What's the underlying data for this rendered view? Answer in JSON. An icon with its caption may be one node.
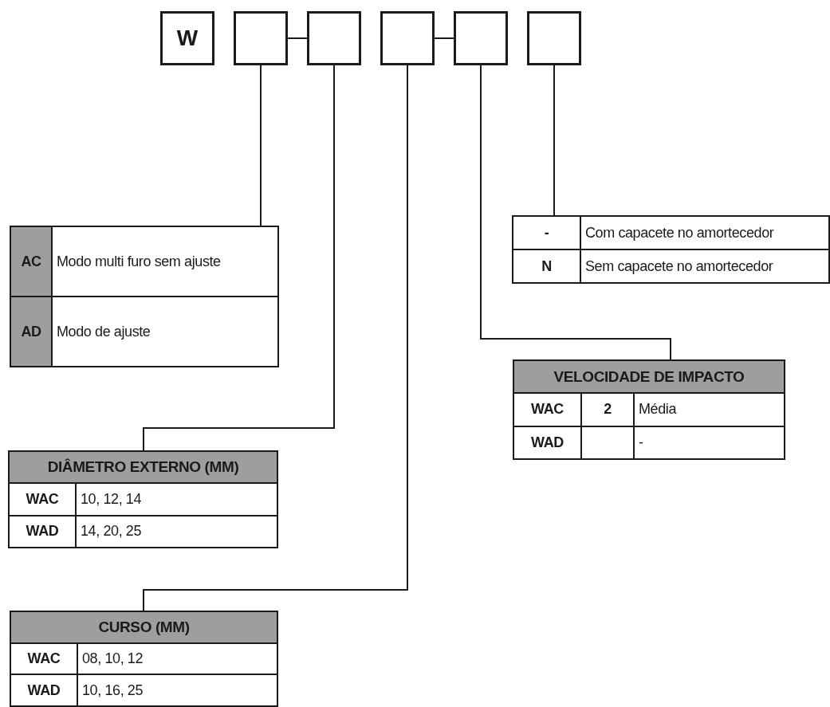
{
  "diagram": {
    "nodes": [
      {
        "text": [
          "W"
        ]
      },
      {
        "text": [],
        "shape": "box"
      },
      {
        "text": [],
        "shape": "box"
      },
      {
        "text": [],
        "shape": "box"
      },
      {
        "text": [],
        "shape": "box"
      },
      {
        "text": [],
        "shape": "box"
      },
      {
        "text": [
          "AC",
          "Modo multi furo sem ajuste",
          "AD",
          "Modo de ajuste"
        ]
      },
      {
        "text": [
          "DIÂMETRO EXTERNO (MM)",
          "WAC",
          "10, 12, 14",
          "WAD",
          "14, 20, 25"
        ]
      },
      {
        "text": [
          "CURSO (MM)",
          "WAC",
          "08, 10, 12",
          "WAD",
          "10, 16, 25"
        ]
      },
      {
        "text": [
          "VELOCIDADE DE IMPACTO",
          "WAC",
          "2",
          "Média",
          "WAD",
          "-"
        ]
      },
      {
        "text": [
          "-",
          "Com capacete no amortecedor",
          "N",
          "Sem capacete no amortecedor"
        ]
      }
    ],
    "edges": [
      {
        "from": 1,
        "to": 2,
        "arrow": "none"
      },
      {
        "from": 3,
        "to": 4,
        "arrow": "none"
      },
      {
        "from": 1,
        "to": 6,
        "arrow": "none"
      },
      {
        "from": 2,
        "to": 7,
        "arrow": "none"
      },
      {
        "from": 3,
        "to": 8,
        "arrow": "none"
      },
      {
        "from": 4,
        "to": 9,
        "arrow": "none"
      },
      {
        "from": 5,
        "to": 10,
        "arrow": "none"
      }
    ]
  }
}
